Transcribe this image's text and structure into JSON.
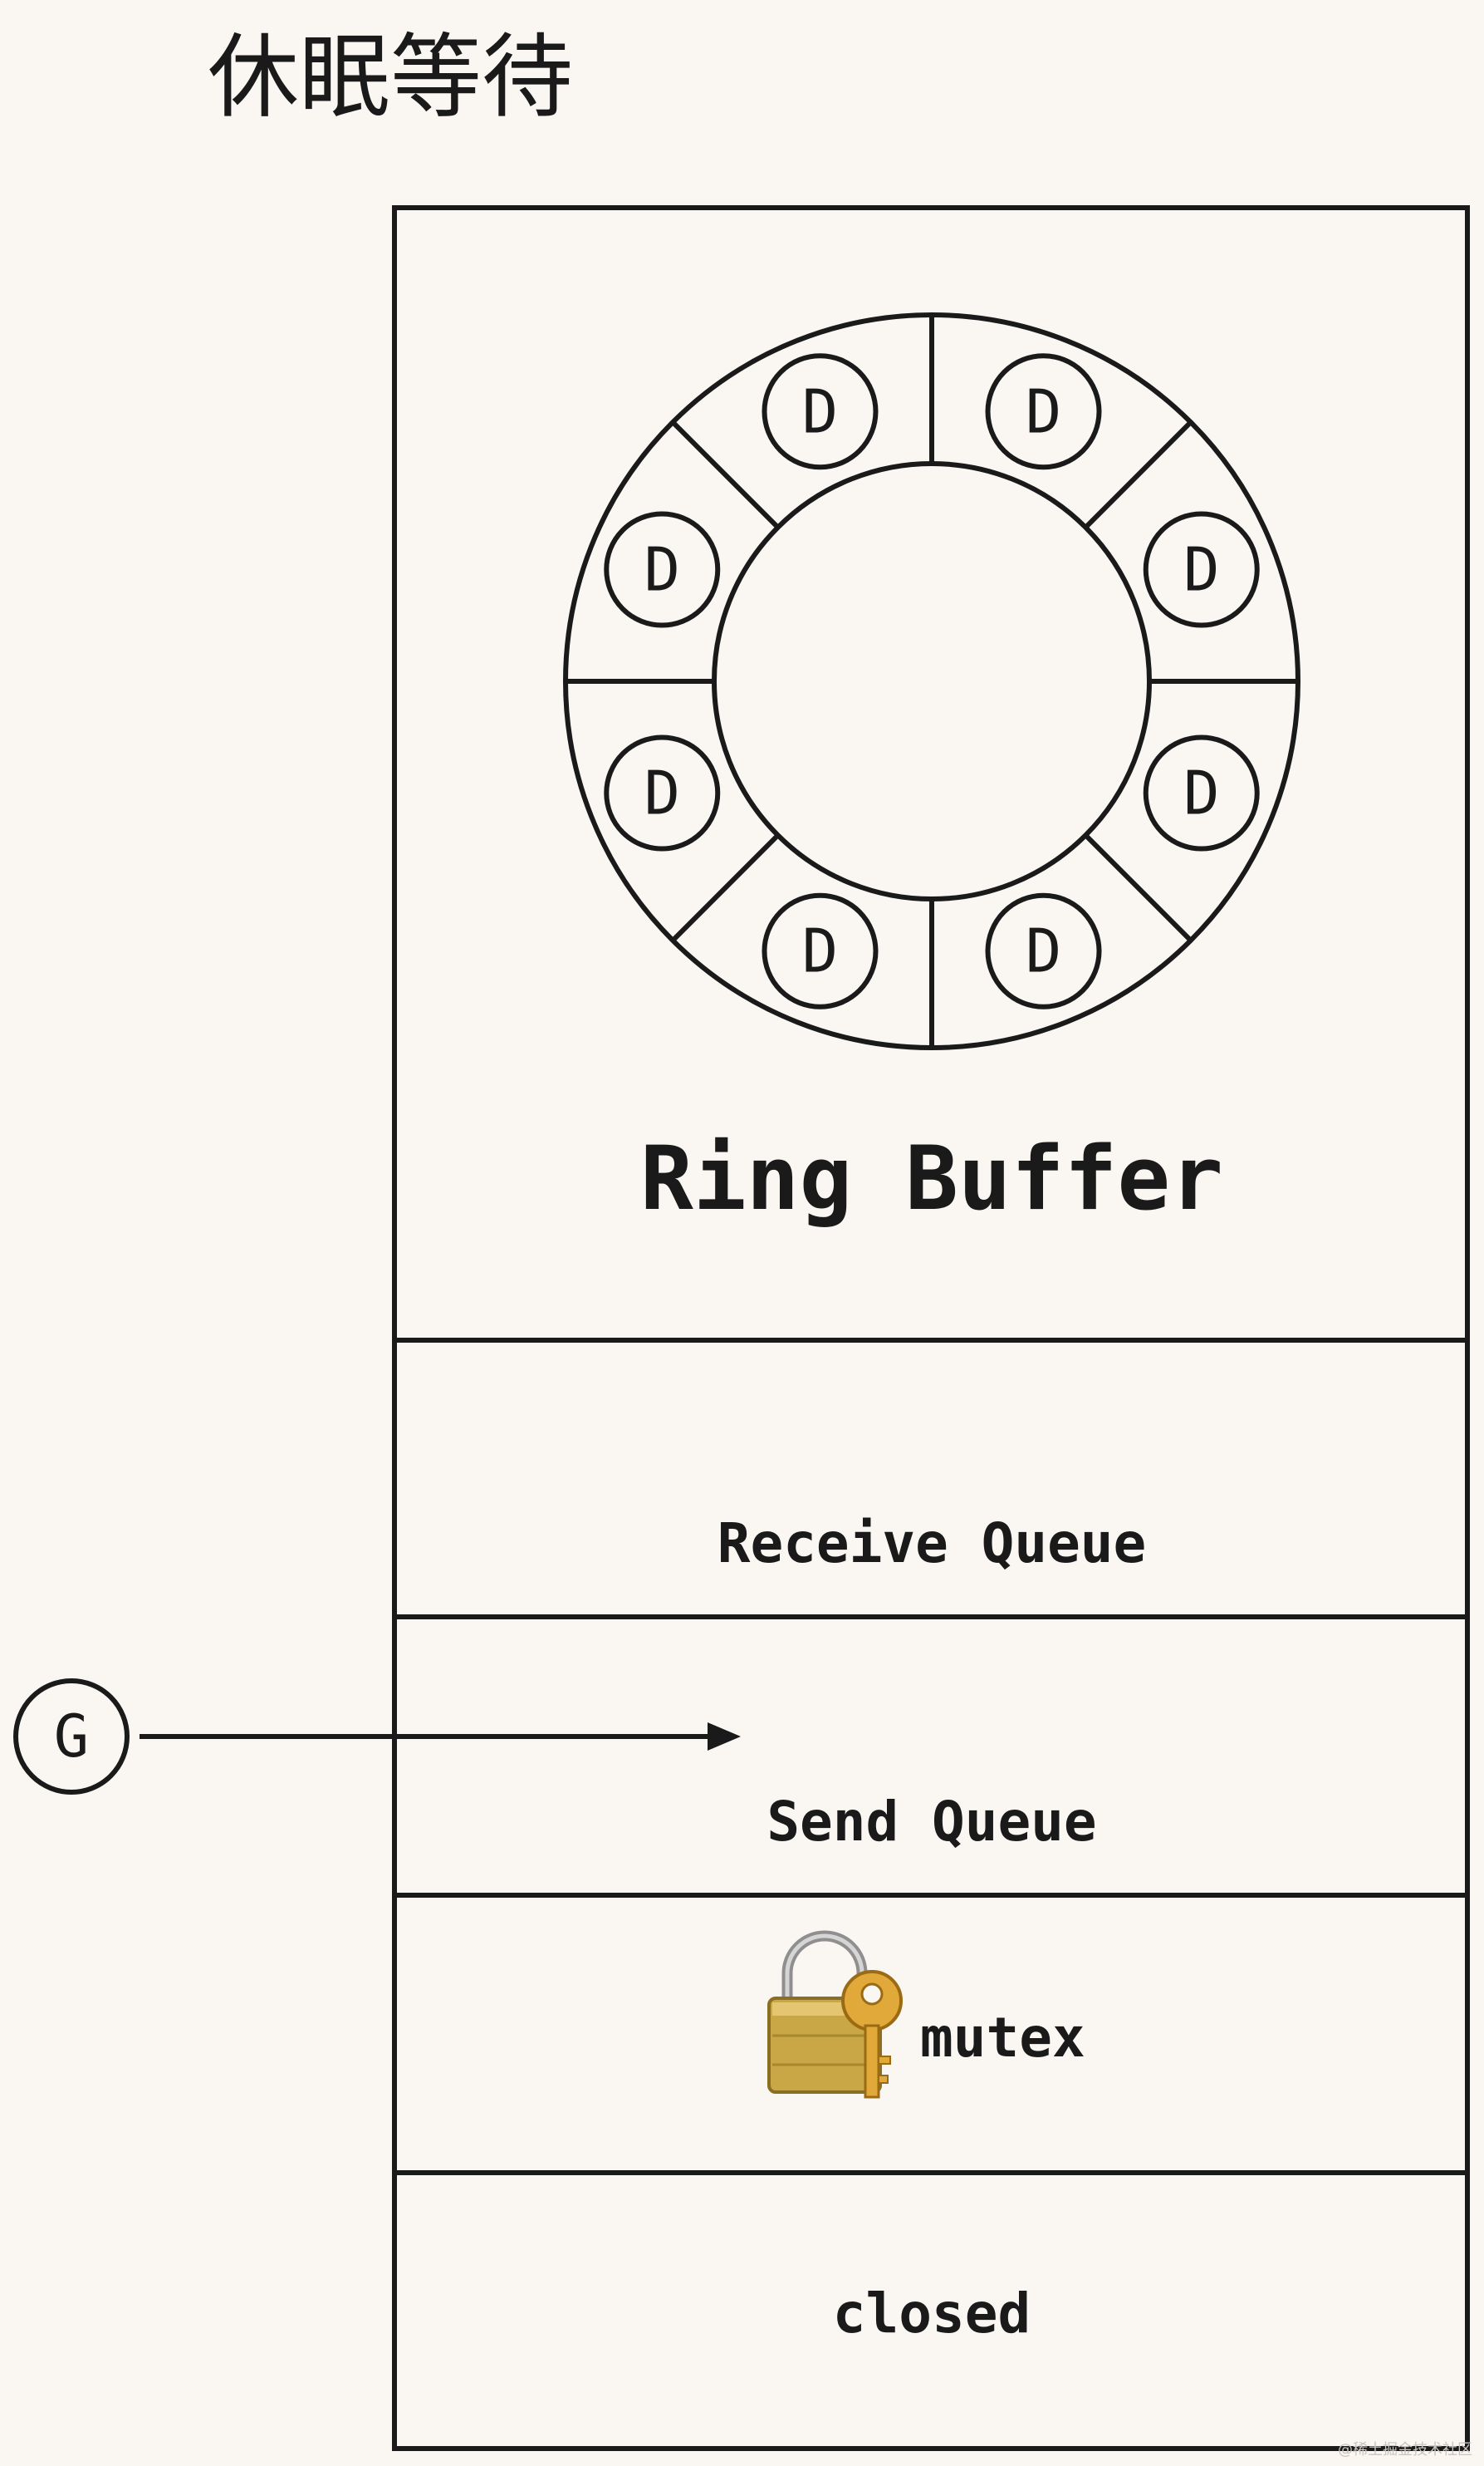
{
  "title": "休眠等待",
  "ring_buffer": {
    "label": "Ring Buffer",
    "slot_labels": [
      "D",
      "D",
      "D",
      "D",
      "D",
      "D",
      "D",
      "D"
    ]
  },
  "sections": {
    "receive_queue": "Receive Queue",
    "send_queue": "Send Queue",
    "mutex": "mutex",
    "closed": "closed"
  },
  "goroutine": {
    "label": "G"
  },
  "icons": {
    "mutex_icon": "lock-and-key-icon"
  },
  "watermark": "@稀土掘金技术社区",
  "colors": {
    "background": "#faf7f3",
    "stroke": "#1a1a1a",
    "lock_gold": "#c9a646",
    "key_gold": "#e0a93a"
  }
}
